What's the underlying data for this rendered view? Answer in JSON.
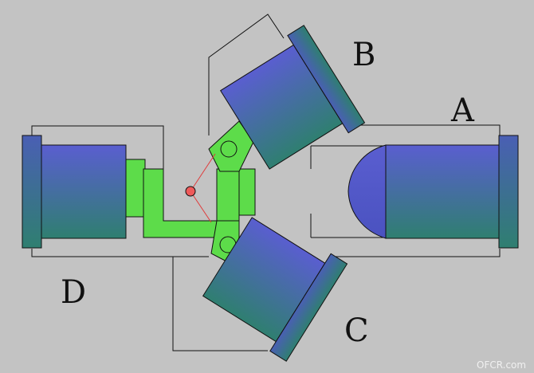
{
  "labels": {
    "a": "A",
    "b": "B",
    "c": "C",
    "d": "D"
  },
  "watermark": "OFCR.com",
  "colors": {
    "background": "#c3c3c3",
    "cylinder_body_top": "#5a5ed0",
    "cylinder_body_bottom": "#2f7f70",
    "cap": "#4a5fb4",
    "linkage": "#5ddc4a",
    "pivot": "#ef5a5a",
    "outline": "#111111"
  }
}
